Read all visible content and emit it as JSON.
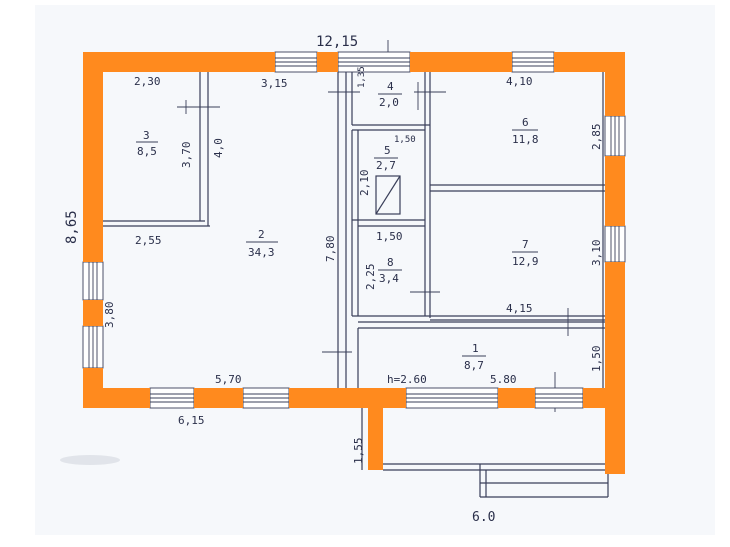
{
  "colors": {
    "wall": "#ff8a1e",
    "ink": "#3a3f5a",
    "paper": "#ffffff"
  },
  "overall": {
    "top_width": "12,15",
    "bottom_width": "6.0",
    "left_height": "8,65"
  },
  "rooms": [
    {
      "id": "r1",
      "num": "1",
      "area": "8,7"
    },
    {
      "id": "r2",
      "num": "2",
      "area": "34,3"
    },
    {
      "id": "r3",
      "num": "3",
      "area": "8,5"
    },
    {
      "id": "r4",
      "num": "4",
      "area": "2,0"
    },
    {
      "id": "r5",
      "num": "5",
      "area": "2,7"
    },
    {
      "id": "r6",
      "num": "6",
      "area": "11,8"
    },
    {
      "id": "r7",
      "num": "7",
      "area": "12,9"
    },
    {
      "id": "r8",
      "num": "8",
      "area": "3,4"
    }
  ],
  "dims": {
    "d230": "2,30",
    "d315": "3,15",
    "d135": "1,35",
    "d410": "4,10",
    "d150a": "1,50",
    "d370": "3,70",
    "d40": "4,0",
    "d210": "2,10",
    "d780": "7,80",
    "d285": "2,85",
    "d255": "2,55",
    "d150b": "1,50",
    "d225": "2,25",
    "d310": "3,10",
    "d415": "4,15",
    "d380": "3,80",
    "d150c": "1,50",
    "d570": "5,70",
    "d260": "h=2.60",
    "d580": "5.80",
    "d615": "6,15",
    "d155": "1,55"
  }
}
